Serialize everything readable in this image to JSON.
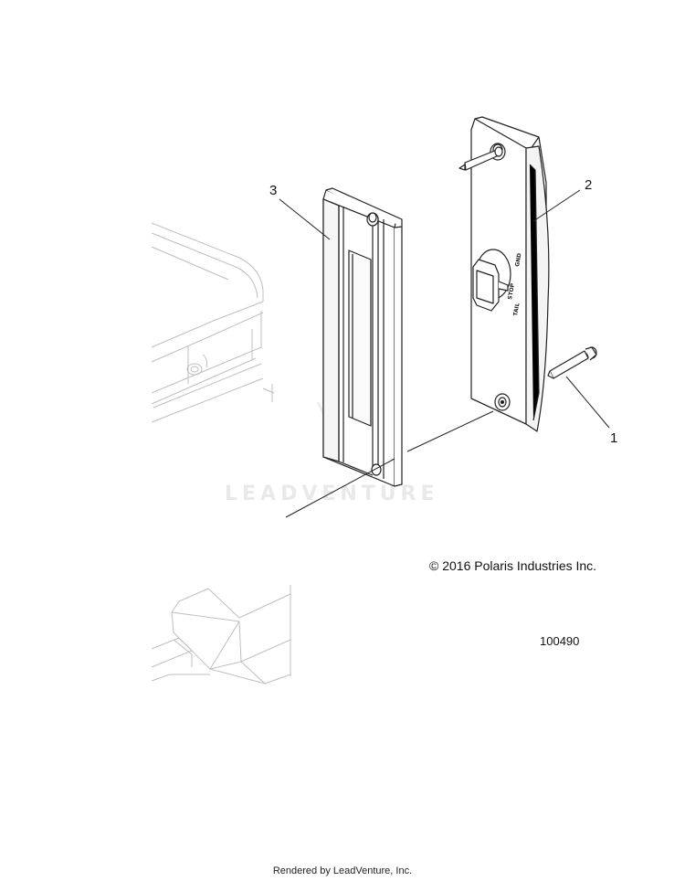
{
  "callouts": {
    "one": "1",
    "two": "2",
    "three": "3"
  },
  "watermark": "LEADVENTURE",
  "copyright": "© 2016 Polaris Industries Inc.",
  "part_number": "100490",
  "footer": "Rendered by LeadVenture, Inc.",
  "connector_labels": {
    "gnd": "GND",
    "stop": "STOP",
    "tail": "TAIL"
  }
}
